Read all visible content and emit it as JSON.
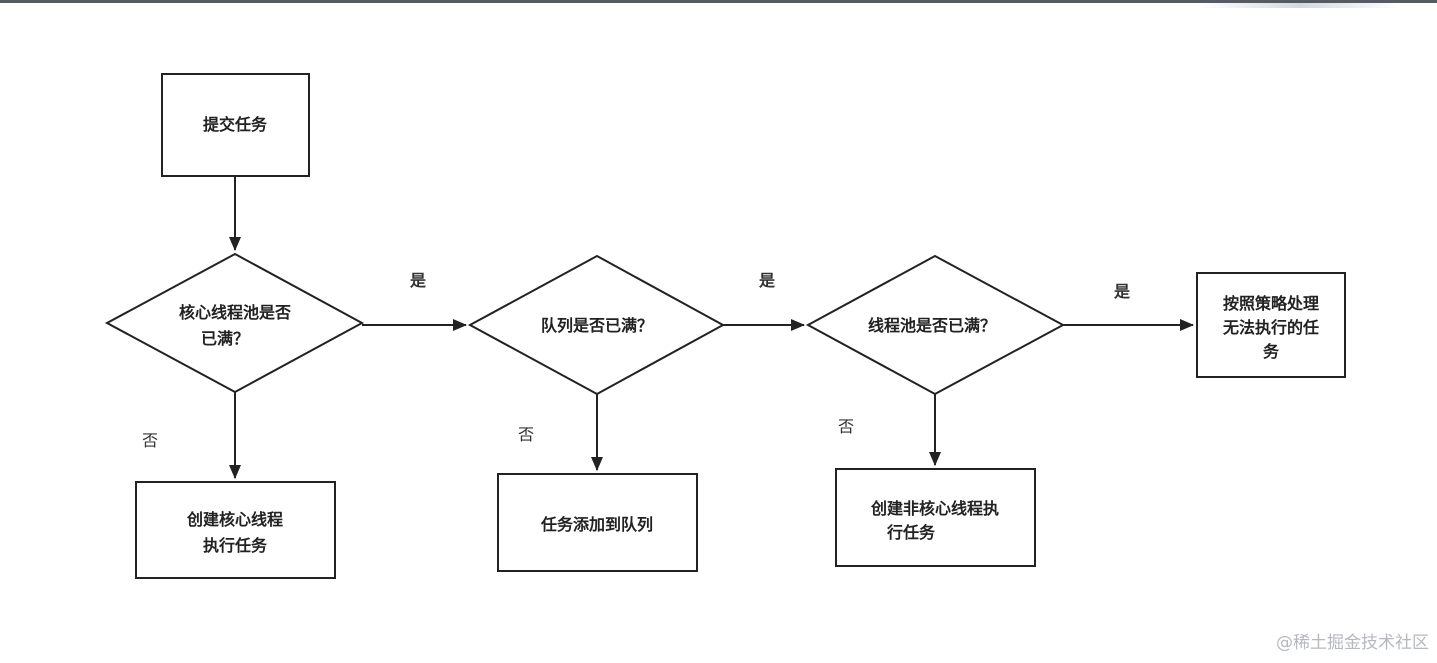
{
  "nodes": {
    "submit": "提交任务",
    "core_full": [
      "核心线程池是否",
      "已满？"
    ],
    "create_core": [
      "创建核心线程",
      "执行任务"
    ],
    "queue_full": "队列是否已满？",
    "add_queue": "任务添加到队列",
    "pool_full": "线程池是否已满？",
    "create_noncore": [
      "创建非核心线程执",
      "行任务"
    ],
    "reject": [
      "按照策略处理",
      "无法执行的任",
      "务"
    ]
  },
  "edges": {
    "yes": "是",
    "no": "否"
  },
  "watermark": "@稀土掘金技术社区"
}
